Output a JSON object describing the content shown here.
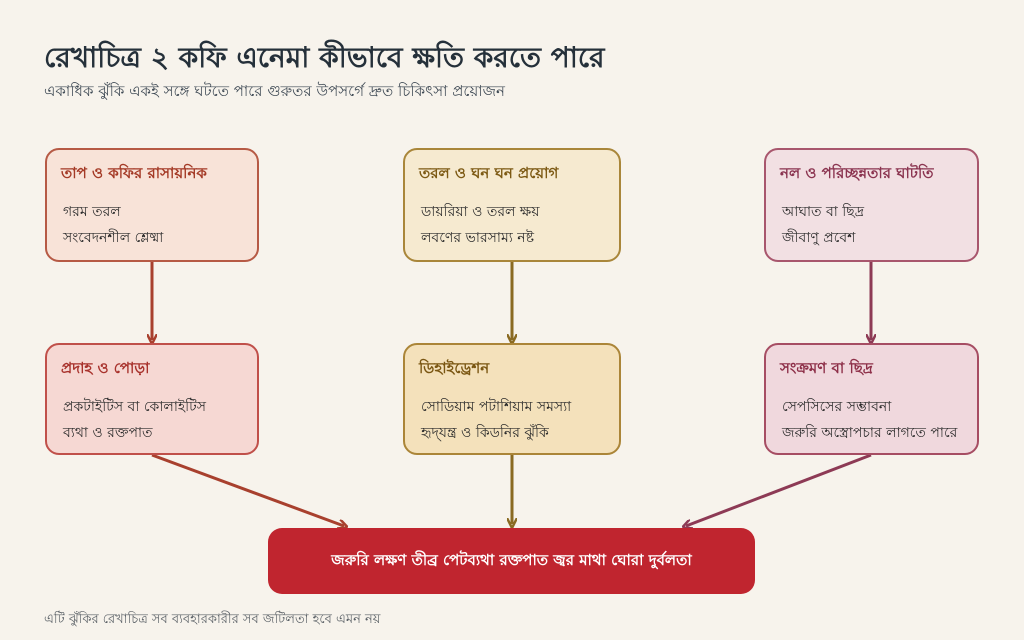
{
  "header": {
    "title": "রেখাচিত্র ২   কফি এনেমা কীভাবে ক্ষতি করতে পারে",
    "subtitle": "একাধিক ঝুঁকি একই সঙ্গে ঘটতে পারে   গুরুতর উপসর্গে দ্রুত চিকিৎসা প্রয়োজন"
  },
  "causes": [
    {
      "title": "তাপ ও কফির রাসায়নিক",
      "lines": [
        "গরম তরল",
        "সংবেদনশীল শ্লেষ্মা"
      ]
    },
    {
      "title": "তরল ও ঘন ঘন প্রয়োগ",
      "lines": [
        "ডায়রিয়া ও তরল ক্ষয়",
        "লবণের ভারসাম্য নষ্ট"
      ]
    },
    {
      "title": "নল ও পরিচ্ছন্নতার ঘাটতি",
      "lines": [
        "আঘাত বা ছিদ্র",
        "জীবাণু প্রবেশ"
      ]
    }
  ],
  "effects": [
    {
      "title": "প্রদাহ ও পোড়া",
      "lines": [
        "প্রকটাইটিস বা কোলাইটিস",
        "ব্যথা ও রক্তপাত"
      ]
    },
    {
      "title": "ডিহাইড্রেশন",
      "lines": [
        "সোডিয়াম পটাশিয়াম সমস্যা",
        "হৃদ্‌যন্ত্র ও কিডনির ঝুঁকি"
      ]
    },
    {
      "title": "সংক্রমণ বা ছিদ্র",
      "lines": [
        "সেপসিসের সম্ভাবনা",
        "জরুরি অস্ত্রোপচার লাগতে পারে"
      ]
    }
  ],
  "emergency": {
    "label": "জরুরি লক্ষণ  তীব্র পেটব্যথা  রক্তপাত  জ্বর  মাথা ঘোরা  দুর্বলতা"
  },
  "footer": {
    "note": "এটি ঝুঁকির রেখাচিত্র   সব ব্যবহারকারীর সব জটিলতা হবে এমন নয়"
  },
  "colors": {
    "red_arrow": "#a8402e",
    "yellow_arrow": "#8a6a22",
    "pink_arrow": "#8d3a55",
    "emergency_bg": "#c0252f"
  }
}
